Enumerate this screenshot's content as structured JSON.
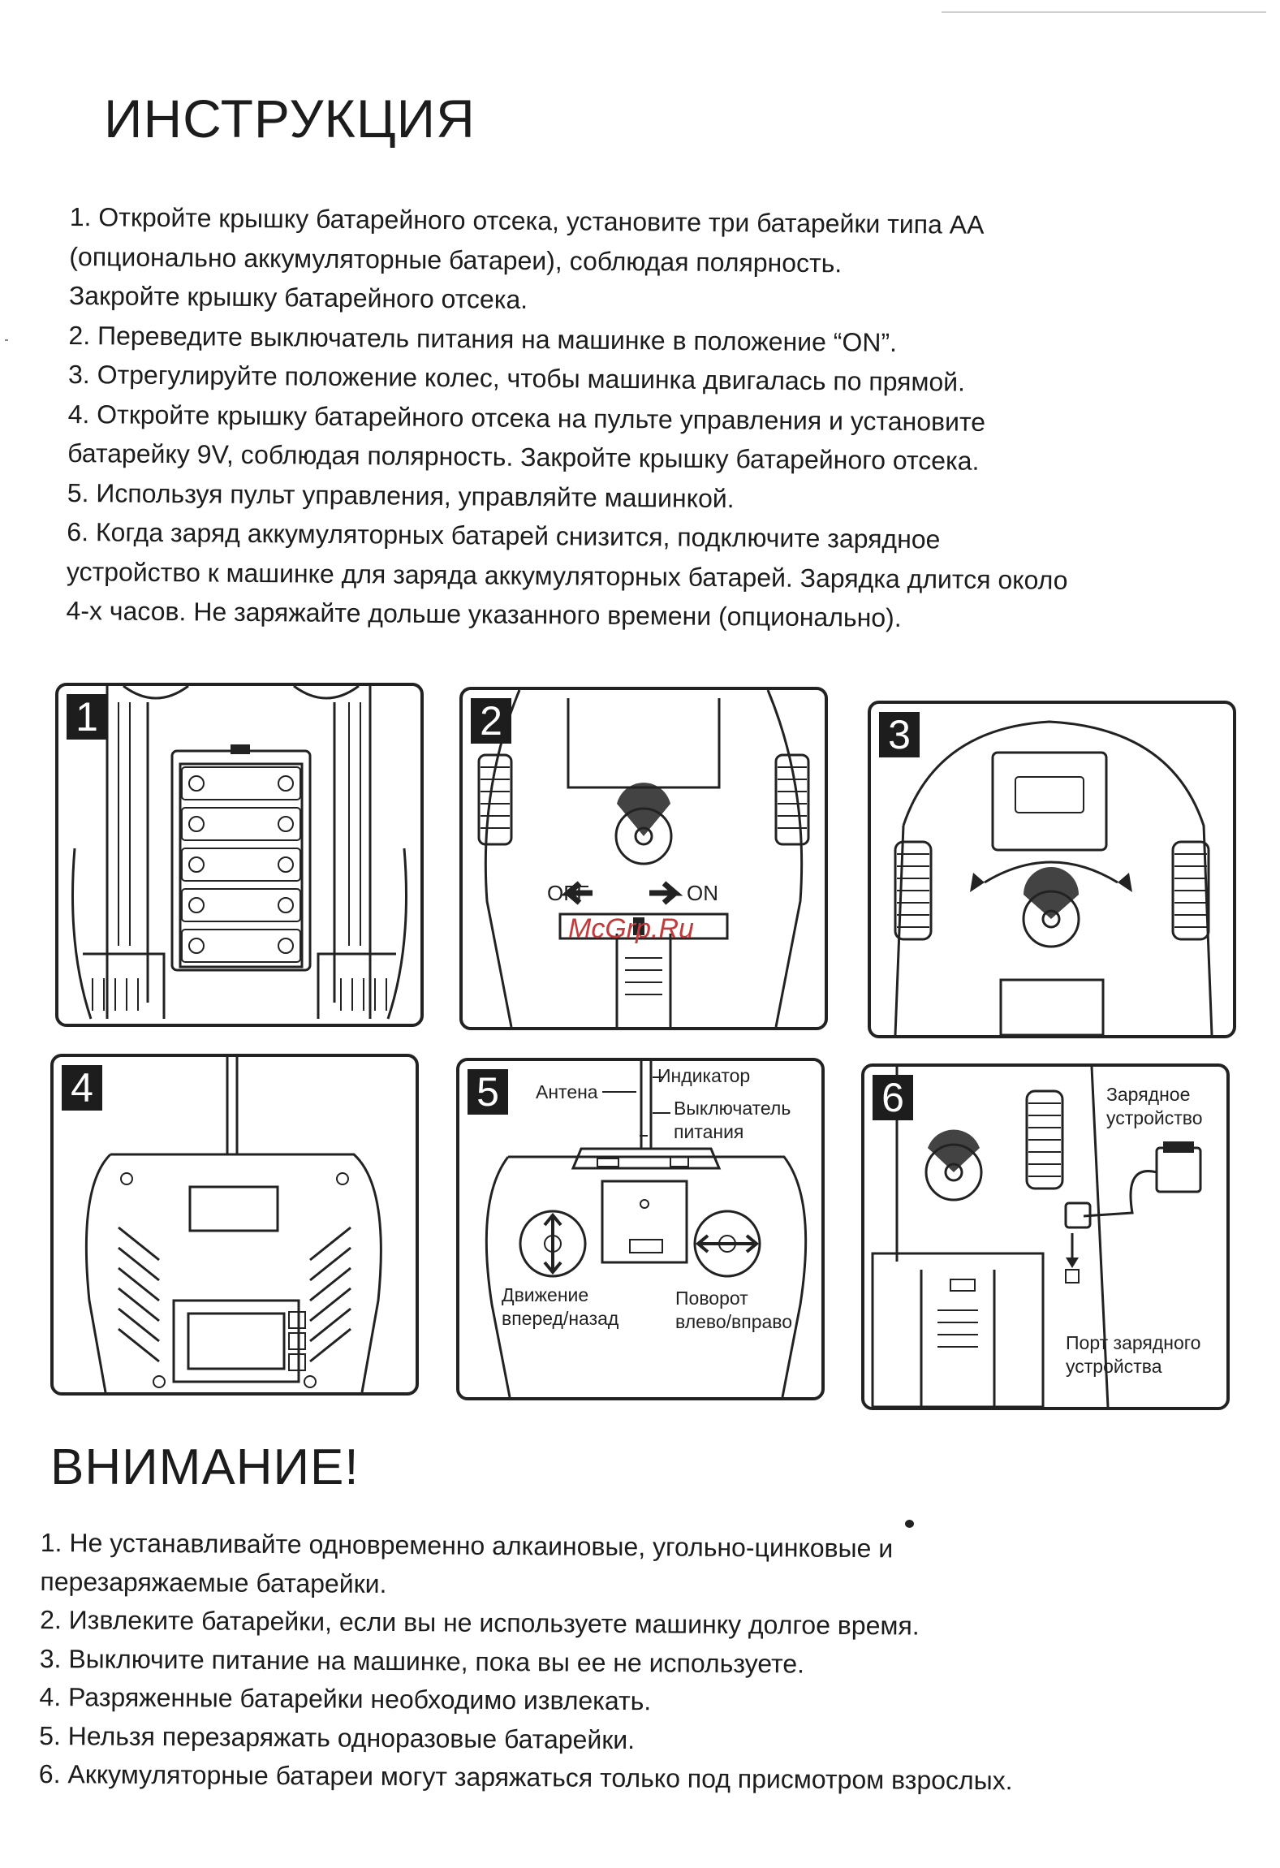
{
  "title": "ИНСТРУКЦИЯ",
  "instructions": [
    "1. Откройте крышку батарейного отсека, установите три батарейки типа АА",
    "(опционально аккумуляторные батареи), соблюдая полярность.",
    "Закройте крышку батарейного отсека.",
    "2. Переведите выключатель питания на машинке в положение “ON”.",
    "3. Отрегулируйте положение колес, чтобы машинка двигалась по прямой.",
    "4. Откройте крышку батарейного отсека на пульте управления и установите",
    "батарейку 9V, соблюдая полярность. Закройте крышку батарейного отсека.",
    "5. Используя пульт управления, управляйте машинкой.",
    "6. Когда заряд аккумуляторных батарей снизится, подключите зарядное",
    "устройство к машинке для заряда аккумуляторных батарей. Зарядка длится около",
    "4-х часов. Не заряжайте дольше указанного времени (опционально)."
  ],
  "figures": [
    {
      "number": "1"
    },
    {
      "number": "2",
      "labels": {
        "off": "OFF",
        "on": "ON"
      }
    },
    {
      "number": "3"
    },
    {
      "number": "4"
    },
    {
      "number": "5",
      "labels": {
        "antenna": "Антена",
        "indicator": "Индикатор",
        "power_switch": "Выключатель\nпитания",
        "forward_back": "Движение\nвперед/назад",
        "turn": "Поворот\nвлево/вправо"
      }
    },
    {
      "number": "6",
      "labels": {
        "charger": "Зарядное\nустройство",
        "charge_port": "Порт зарядного\nустройства"
      }
    }
  ],
  "watermark": "McGrp.Ru",
  "warning_title": "ВНИМАНИЕ!",
  "warnings": [
    "1. Не устанавливайте одновременно алкаиновые, угольно-цинковые и",
    "перезаряжаемые батарейки.",
    "2. Извлеките батарейки, если вы не используете машинку долгое время.",
    "3. Выключите питание на машинке, пока вы ее не используете.",
    "4. Разряженные батарейки необходимо извлекать.",
    "5. Нельзя перезаряжать одноразовые батарейки.",
    "6. Аккумуляторные батареи могут заряжаться только под присмотром взрослых."
  ],
  "colors": {
    "ink": "#1c1c1c",
    "watermark": "#c23a3a"
  }
}
